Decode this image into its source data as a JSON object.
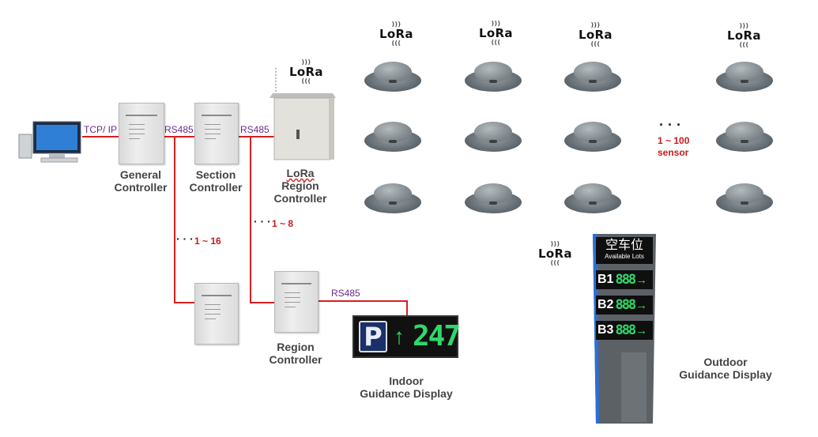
{
  "links": {
    "tcp_ip": "TCP/ IP",
    "rs485_a": "RS485",
    "rs485_b": "RS485",
    "rs485_c": "RS485"
  },
  "counts": {
    "section_dots": "· · ·",
    "section_range": "1 ~ 16",
    "region_dots": "· · ·",
    "region_range": "1 ~ 8",
    "sensor_dots": "· · ·",
    "sensor_range": "1 ~ 100",
    "sensor_word": "sensor"
  },
  "labels": {
    "general": [
      "General",
      "Controller"
    ],
    "section": [
      "Section",
      "Controller"
    ],
    "lora_region": [
      "LoRa",
      "Region",
      "Controller"
    ],
    "region": [
      "Region",
      "Controller"
    ],
    "indoor": [
      "Indoor",
      "Guidance Display"
    ],
    "outdoor": [
      "Outdoor",
      "Guidance Display"
    ]
  },
  "lora_text": "LoRa",
  "indoor_display": {
    "p_letter": "P",
    "arrow": "↑",
    "number": "247"
  },
  "outdoor_display": {
    "title_cn": "空车位",
    "title_en": "Available Lots",
    "rows": [
      {
        "level": "B1",
        "digits": "888",
        "arrow": "→"
      },
      {
        "level": "B2",
        "digits": "888",
        "arrow": "→"
      },
      {
        "level": "B3",
        "digits": "888",
        "arrow": "→"
      }
    ]
  },
  "colors": {
    "line_red": "#d42020",
    "led_green": "#2fd86a",
    "link_purple": "#6b2a8a"
  }
}
